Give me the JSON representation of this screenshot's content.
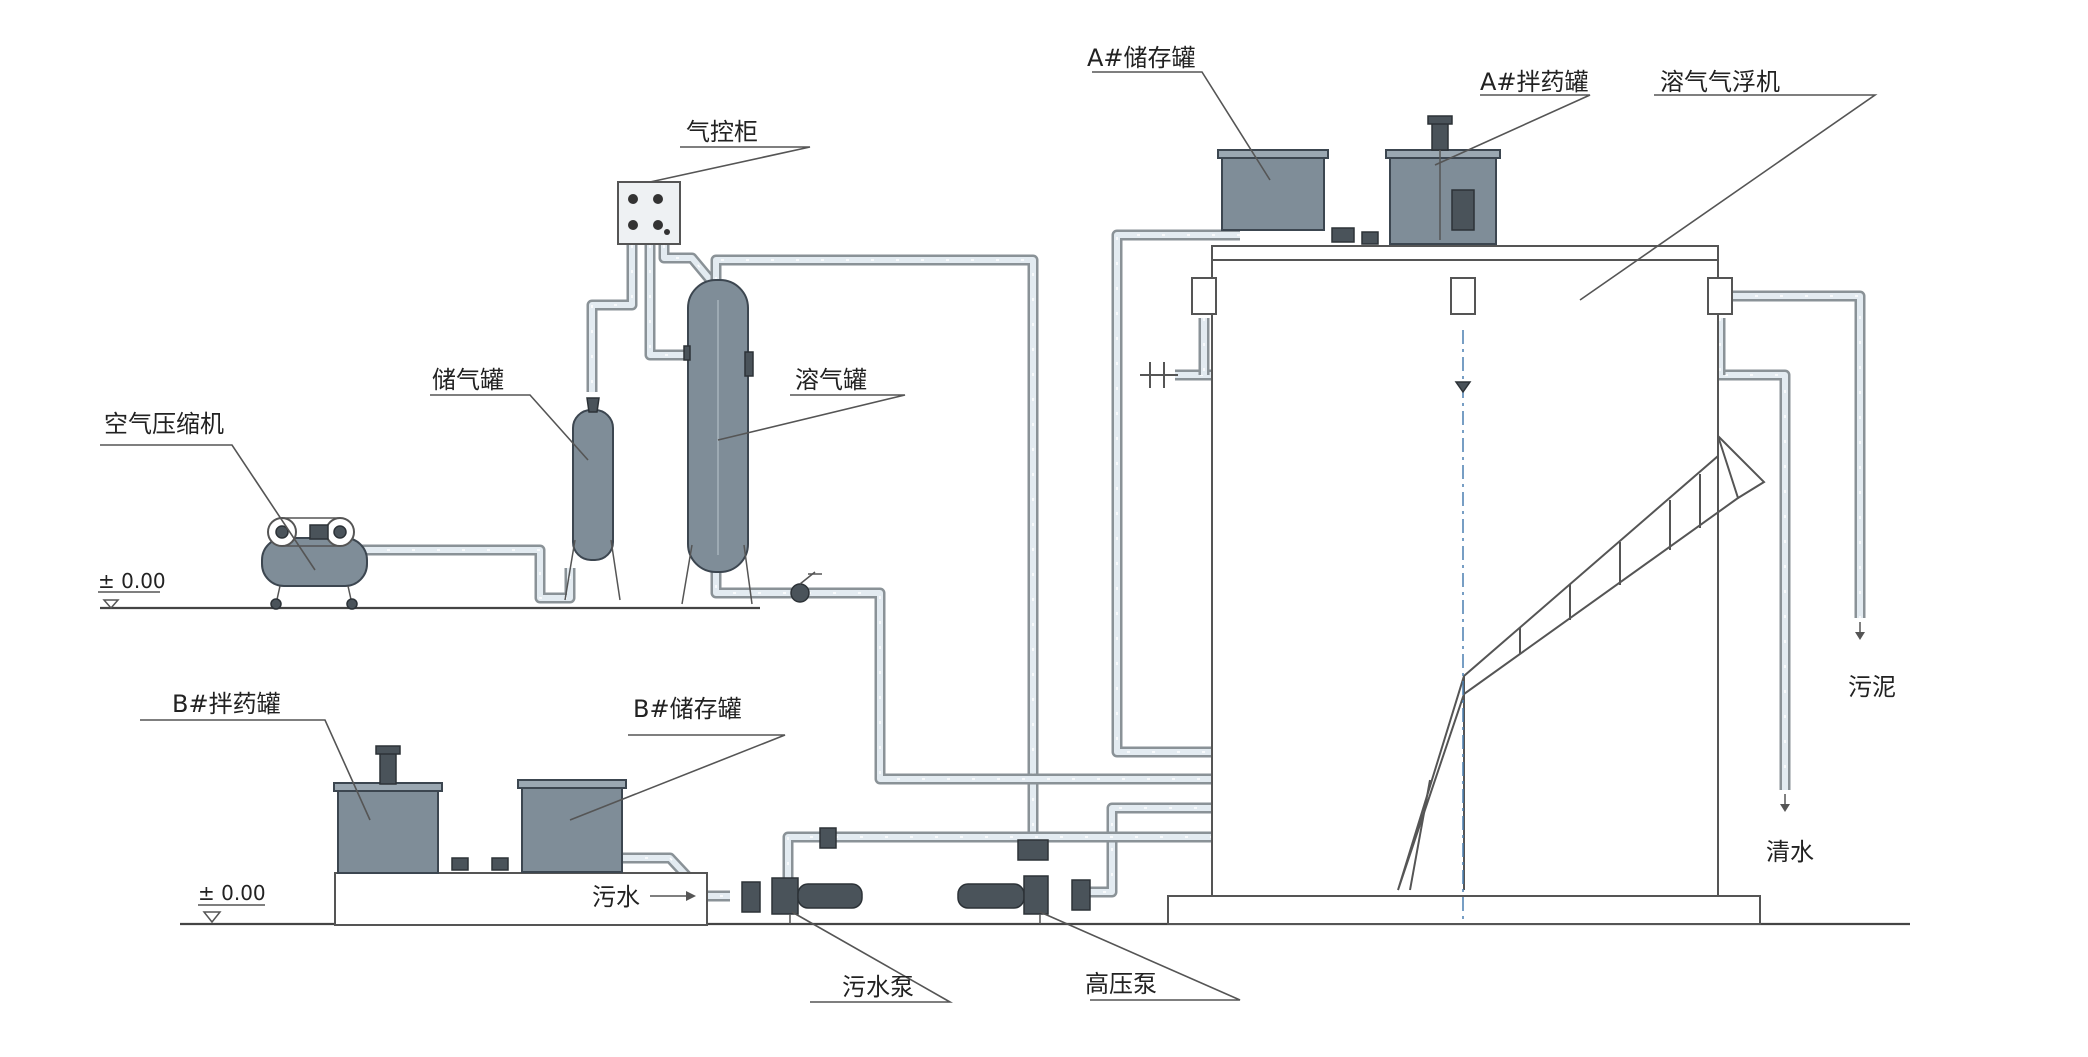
{
  "labels": {
    "a_storage_tank": "A#储存罐",
    "a_mixing_tank": "A#拌药罐",
    "daf_machine": "溶气气浮机",
    "air_control_cabinet": "气控柜",
    "air_storage_tank": "储气罐",
    "dissolved_air_tank": "溶气罐",
    "air_compressor": "空气压缩机",
    "b_mixing_tank": "B#拌药罐",
    "b_storage_tank": "B#储存罐",
    "sewage_inlet": "污水",
    "sewage_pump": "污水泵",
    "high_pressure_pump": "高压泵",
    "sludge_outlet": "污泥",
    "clear_water_outlet": "清水"
  },
  "elevation_marks": {
    "upper_level": "± 0.00",
    "lower_level": "± 0.00"
  },
  "colors": {
    "tank_fill": "#7f8d98",
    "pipe_outline": "#8a9297",
    "pipe_inner": "#e3ebf1",
    "line": "#555555"
  }
}
